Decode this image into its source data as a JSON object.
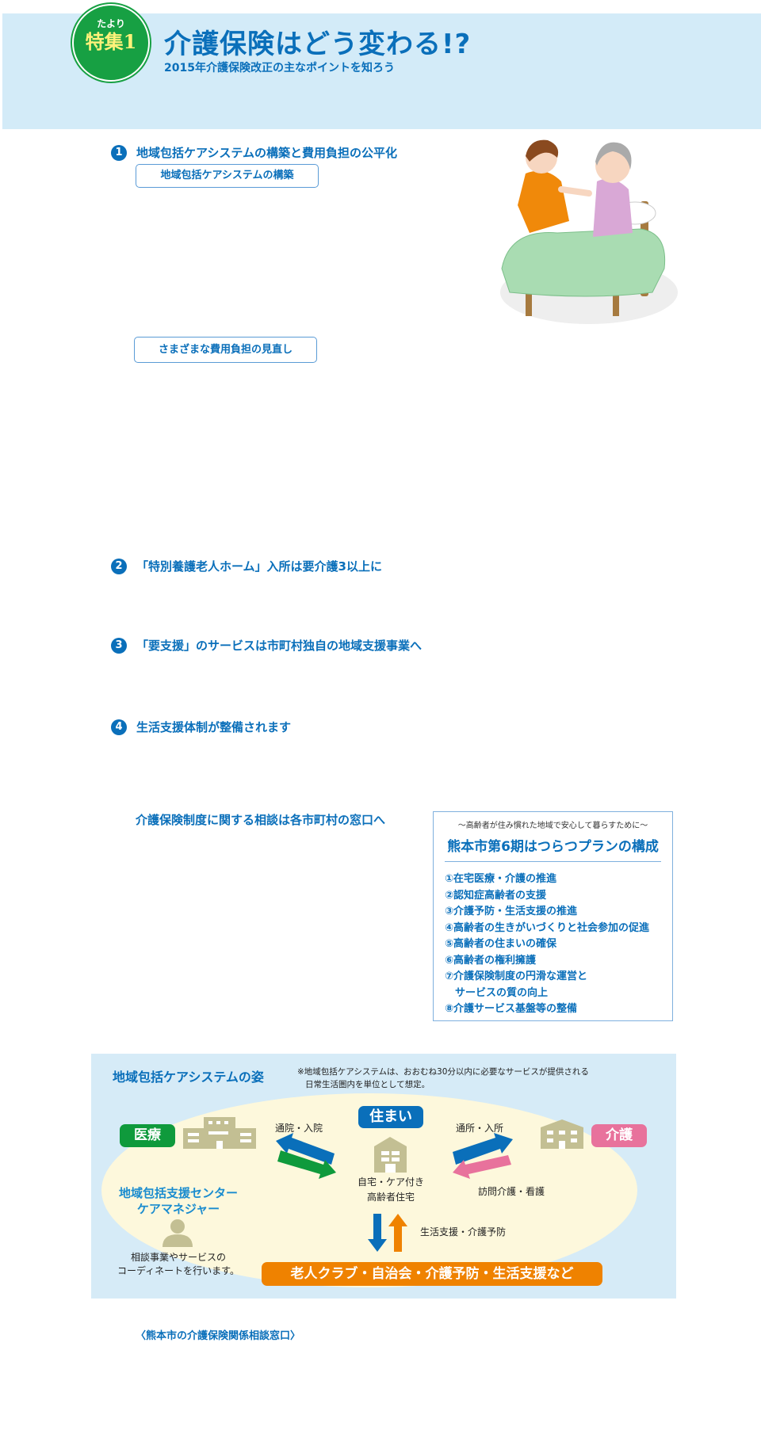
{
  "header": {
    "badge_small": "たより",
    "badge_big": "特集1",
    "title": "介護保険はどう変わる!?",
    "subtitle": "2015年介護保険改正の主なポイントを知ろう"
  },
  "sections": [
    {
      "num": "1",
      "title": "地域包括ケアシステムの構築と費用負担の公平化"
    },
    {
      "num": "2",
      "title": "「特別養護老人ホーム」入所は要介護3以上に"
    },
    {
      "num": "3",
      "title": "「要支援」のサービスは市町村独自の地域支援事業へ"
    },
    {
      "num": "4",
      "title": "生活支援体制が整備されます"
    }
  ],
  "pills": {
    "p1": "地域包括ケアシステムの構築",
    "p2": "さまざまな費用負担の見直し"
  },
  "consult_heading": "介護保険制度に関する相談は各市町村の窓口へ",
  "plan": {
    "subtitle": "〜高齢者が住み慣れた地域で安心して暮らすために〜",
    "title": "熊本市第6期はつらつプランの構成",
    "items": [
      "①在宅医療・介護の推進",
      "②認知症高齢者の支援",
      "③介護予防・生活支援の推進",
      "④高齢者の生きがいづくりと社会参加の促進",
      "⑤高齢者の住まいの確保",
      "⑥高齢者の権利擁護",
      "⑦介護保険制度の円滑な運営と",
      "　サービスの質の向上",
      "⑧介護サービス基盤等の整備"
    ]
  },
  "diagram": {
    "title": "地域包括ケアシステムの姿",
    "note_line1": "※地域包括ケアシステムは、おおむね30分以内に必要なサービスが提供される",
    "note_line2": "日常生活圏内を単位として想定。",
    "iryo": "医療",
    "kaigo": "介護",
    "sumai": "住まい",
    "tsuin": "通院・入院",
    "tsusho": "通所・入所",
    "home_line1": "自宅・ケア付き",
    "home_line2": "高齢者住宅",
    "houmon": "訪問介護・看護",
    "center_line1": "地域包括支援センター",
    "center_line2": "ケアマネジャー",
    "consult_line1": "相談事業やサービスの",
    "consult_line2": "コーディネートを行います。",
    "seikatsu": "生活支援・介護予防",
    "community": "老人クラブ・自治会・介護予防・生活支援など"
  },
  "footer_heading": "〈熊本市の介護保険関係相談窓口〉",
  "colors": {
    "blue": "#0a6fba",
    "green": "#0f9a3c",
    "pink": "#e8729c",
    "orange": "#ef8200",
    "band": "#d3ebf8"
  }
}
